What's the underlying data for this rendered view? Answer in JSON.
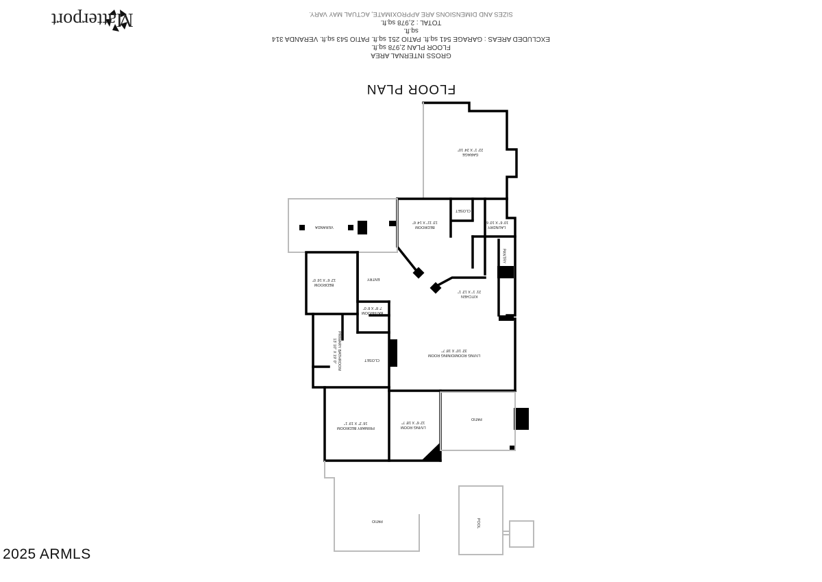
{
  "brand": {
    "name": "Matterport",
    "icon": "matterport-logo-icon"
  },
  "header": {
    "disclaimer": "SIZES AND DIMENSIONS ARE APPROXIMATE, ACTUAL MAY VARY.",
    "total": "TOTAL :  2,978 sq.ft.",
    "sqft_unit": "sq.ft.",
    "excluded": "EXCLUDED AREAS :  GARAGE 541 sq.ft.   PATIO 251 sq.ft.   PATIO 543 sq.ft.   VERANDA 314",
    "floor_plan": "FLOOR PLAN 2,978 sq.ft.",
    "gross": "GROSS INTERNAL AREA"
  },
  "title": "FLOOR PLAN",
  "rooms": [
    {
      "id": "garage",
      "name": "GARAGE",
      "dims": "22' 1\" x 24' 10\""
    },
    {
      "id": "bedroom-1",
      "name": "BEDROOM",
      "dims": "13' 11\" x 14' 6\""
    },
    {
      "id": "closet-1",
      "name": "CLOSET",
      "dims": ""
    },
    {
      "id": "laundry",
      "name": "LAUNDRY",
      "dims": "10' 6\" x 10' 6\""
    },
    {
      "id": "pantry",
      "name": "PANTRY",
      "dims": ""
    },
    {
      "id": "veranda",
      "name": "VERANDA",
      "dims": ""
    },
    {
      "id": "bedroom-2",
      "name": "BEDROOM",
      "dims": "12' 6\" x 16' 0\""
    },
    {
      "id": "entry",
      "name": "ENTRY",
      "dims": ""
    },
    {
      "id": "kitchen",
      "name": "KITCHEN",
      "dims": "21' 1\" x 12' 1\""
    },
    {
      "id": "bathroom",
      "name": "BATHROOM",
      "dims": "7' 8\" x 8' 0\""
    },
    {
      "id": "primary-bathroom",
      "name": "PRIMARY BATHROOM",
      "dims": "13' 10\" x 19' 0\""
    },
    {
      "id": "closet-2",
      "name": "CLOSET",
      "dims": ""
    },
    {
      "id": "living-dining",
      "name": "LIVING ROOM/DINING ROOM",
      "dims": "32' 10\" x 18' 7\""
    },
    {
      "id": "primary-bedroom",
      "name": "PRIMARY BEDROOM",
      "dims": "16' 2\" x 19' 1\""
    },
    {
      "id": "living-room",
      "name": "LIVING ROOM",
      "dims": "12' 6\" x 18' 7\""
    },
    {
      "id": "patio-1",
      "name": "PATIO",
      "dims": ""
    },
    {
      "id": "patio-2",
      "name": "PATIO",
      "dims": ""
    },
    {
      "id": "pool",
      "name": "POOL",
      "dims": ""
    }
  ],
  "copyright": "2025 ARMLS",
  "colors": {
    "wall": "#000000",
    "light_wall": "#bbbbbb",
    "background": "#ffffff"
  }
}
